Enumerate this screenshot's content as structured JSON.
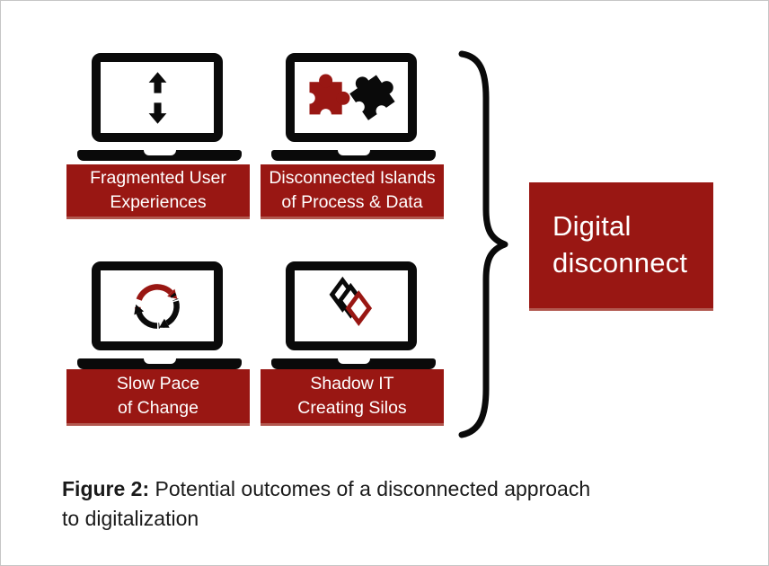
{
  "figure": {
    "caption_prefix": "Figure 2:",
    "caption_rest": " Potential outcomes of a disconnected approach\nto digitalization"
  },
  "result": {
    "label": "Digital\ndisconnect"
  },
  "stations": [
    {
      "label": "Fragmented User\nExperiences",
      "icon": "up-down-arrows-icon"
    },
    {
      "label": "Disconnected Islands\nof Process & Data",
      "icon": "puzzle-pieces-icon"
    },
    {
      "label": "Slow Pace\nof Change",
      "icon": "cycle-arrows-icon"
    },
    {
      "label": "Shadow IT\nCreating Silos",
      "icon": "layers-icon"
    }
  ],
  "colors": {
    "accent": "#991713",
    "accent_edge": "#b2584f",
    "black": "#0a0a0a",
    "text_on_accent": "#ffffff",
    "caption_text": "#1a1a1a",
    "canvas_border": "#c6c6c6"
  }
}
